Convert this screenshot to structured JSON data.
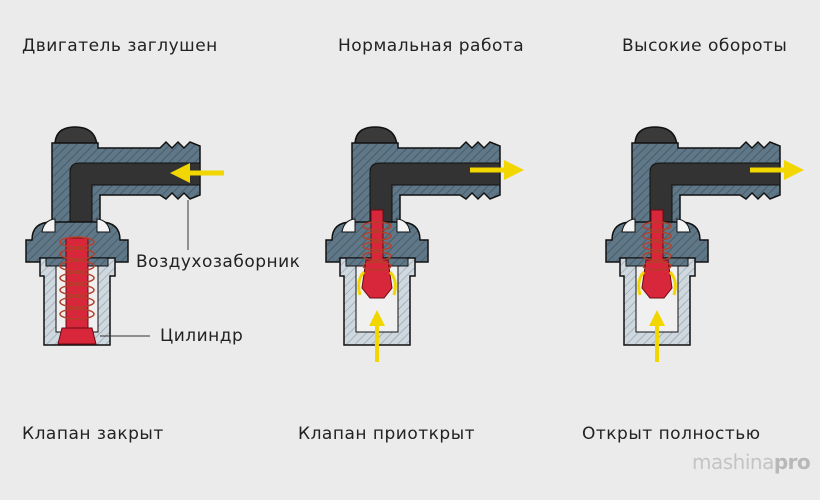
{
  "titles": [
    "Двигатель заглушен",
    "Нормальная работа",
    "Высокие обороты"
  ],
  "states": [
    "Клапан закрыт",
    "Клапан приоткрыт",
    "Открыт полностью"
  ],
  "callouts": {
    "air_intake": "Воздухозаборник",
    "cylinder": "Цилиндр"
  },
  "logo": {
    "part1": "mashina",
    "part2": "pro"
  },
  "colors": {
    "body": "#5a7282",
    "channel": "#2e2e2e",
    "plunger": "#d8263a",
    "arrow": "#f2d600",
    "background": "#ebebeb"
  }
}
